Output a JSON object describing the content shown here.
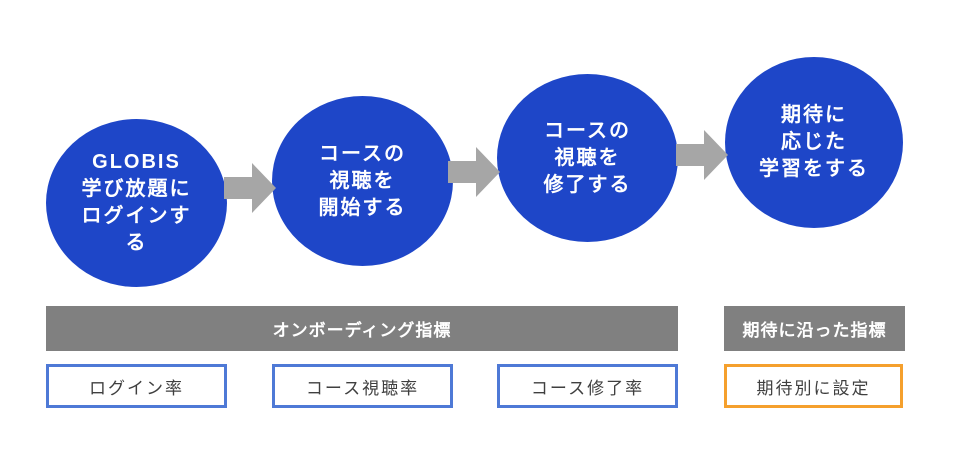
{
  "colors": {
    "circle_fill": "#1e46c8",
    "circle_text": "#ffffff",
    "arrow": "#a6a6a6",
    "band_bg": "#808080",
    "band_text": "#ffffff",
    "metric_border_blue": "#4e79d6",
    "metric_border_orange": "#f5a02d",
    "metric_text": "#3f3f3f",
    "page_bg": "#ffffff"
  },
  "funnel": {
    "steps": [
      {
        "label": "GLOBIS\n学び放題に\nログインす\nる"
      },
      {
        "label": "コースの\n視聴を\n開始する"
      },
      {
        "label": "コースの\n視聴を\n修了する"
      },
      {
        "label": "期待に\n応じた\n学習をする"
      }
    ]
  },
  "bands": [
    {
      "label": "オンボーディング指標"
    },
    {
      "label": "期待に沿った指標"
    }
  ],
  "metrics": [
    {
      "label": "ログイン率",
      "accent": "blue"
    },
    {
      "label": "コース視聴率",
      "accent": "blue"
    },
    {
      "label": "コース修了率",
      "accent": "blue"
    },
    {
      "label": "期待別に設定",
      "accent": "orange"
    }
  ]
}
